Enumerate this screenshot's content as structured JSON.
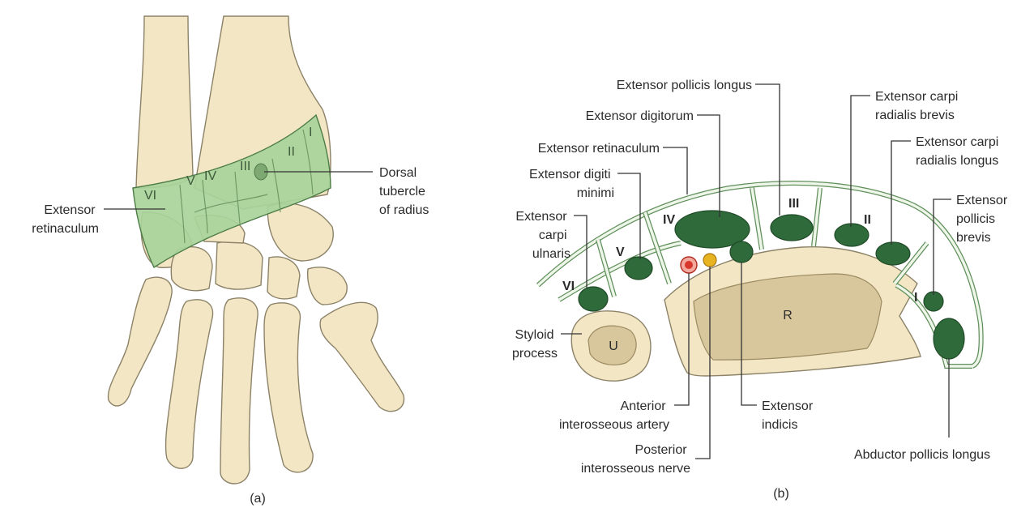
{
  "panel_a": {
    "caption": "(a)",
    "labels": {
      "extensor_retinaculum": [
        "Extensor",
        "retinaculum"
      ],
      "dorsal_tubercle": [
        "Dorsal",
        "tubercle",
        "of radius"
      ]
    },
    "compartments": [
      "VI",
      "V",
      "IV",
      "III",
      "II",
      "I"
    ]
  },
  "panel_b": {
    "caption": "(b)",
    "labels": {
      "epl": "Extensor pollicis longus",
      "ed": "Extensor digitorum",
      "er": "Extensor retinaculum",
      "edm": [
        "Extensor digiti",
        "minimi"
      ],
      "ecu": [
        "Extensor",
        "carpi",
        "ulnaris"
      ],
      "ecrb": [
        "Extensor carpi",
        "radialis brevis"
      ],
      "ecrl": [
        "Extensor carpi",
        "radialis longus"
      ],
      "epb": [
        "Extensor",
        "pollicis",
        "brevis"
      ],
      "styloid": [
        "Styloid",
        "process"
      ],
      "aia": [
        "Anterior",
        "interosseous artery"
      ],
      "ei": [
        "Extensor",
        "indicis"
      ],
      "pin": [
        "Posterior",
        "interosseous nerve"
      ],
      "apl": "Abductor pollicis longus"
    },
    "compartments": [
      "VI",
      "V",
      "IV",
      "III",
      "II",
      "I"
    ],
    "bones": {
      "ulna": "U",
      "radius": "R"
    }
  },
  "colors": {
    "retinaculum_green": "#a9d49a",
    "tendon_green": "#2f6a3a",
    "bone": "#f3e6c4",
    "marrow": "#d8c79c",
    "artery": "#d8372b",
    "nerve": "#e8b321"
  }
}
